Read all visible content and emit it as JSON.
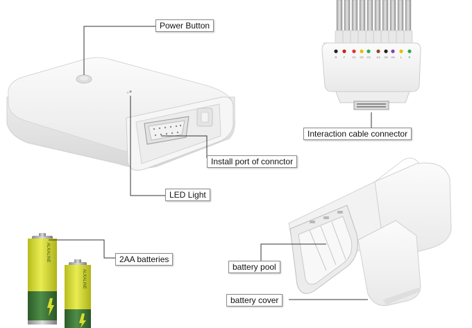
{
  "callouts": {
    "power_button": "Power Button",
    "cable_connector": "Interaction cable connector",
    "install_port": "Install port of connctor",
    "led_light": "LED Light",
    "batteries": "2AA batteries",
    "battery_pool": "battery pool",
    "battery_cover": "battery cover"
  },
  "connector_labels": {
    "row": [
      "R",
      "F",
      "C1",
      "C2",
      "C3",
      "C4",
      "C5",
      "C6",
      "L",
      "R"
    ]
  },
  "colors": {
    "battery_yellow": "#d9dd2f",
    "battery_green": "#3f7a3a",
    "device_white": "#f4f4f4",
    "outline": "#cfcfcf"
  }
}
